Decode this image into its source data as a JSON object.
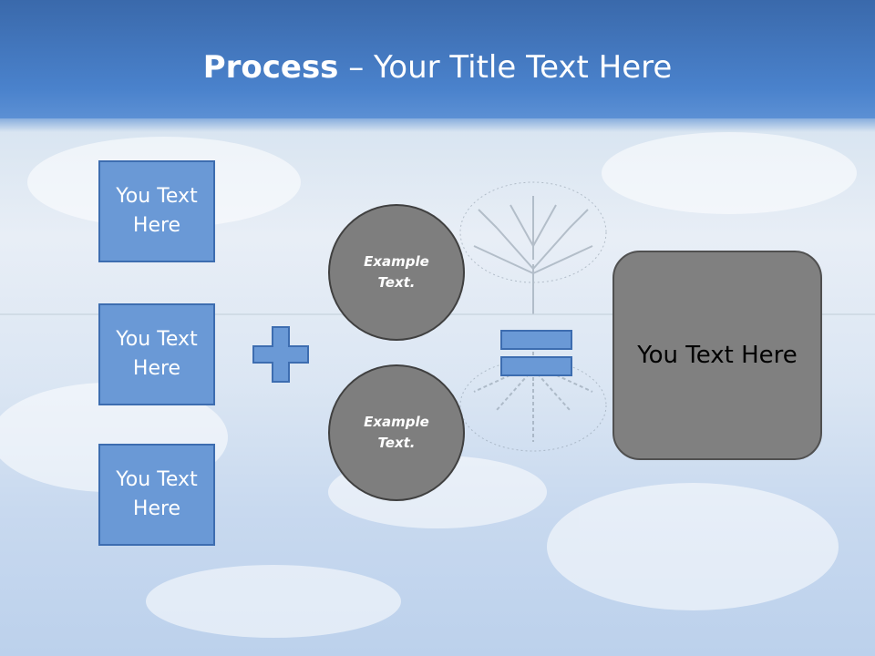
{
  "title": {
    "bold": "Process",
    "rest": " – Your Title Text Here"
  },
  "left_boxes": [
    "You Text Here",
    "You Text Here",
    "You Text Here"
  ],
  "circles": [
    "Example Text.",
    "Example Text."
  ],
  "result": "You Text Here",
  "colors": {
    "header": "#4a82cc",
    "box_fill": "#6a99d6",
    "box_border": "#3d6db0",
    "circle_fill": "#7e7e7e",
    "result_fill": "#808080"
  },
  "icons": [
    "plus-icon",
    "equals-icon",
    "tree-image"
  ]
}
